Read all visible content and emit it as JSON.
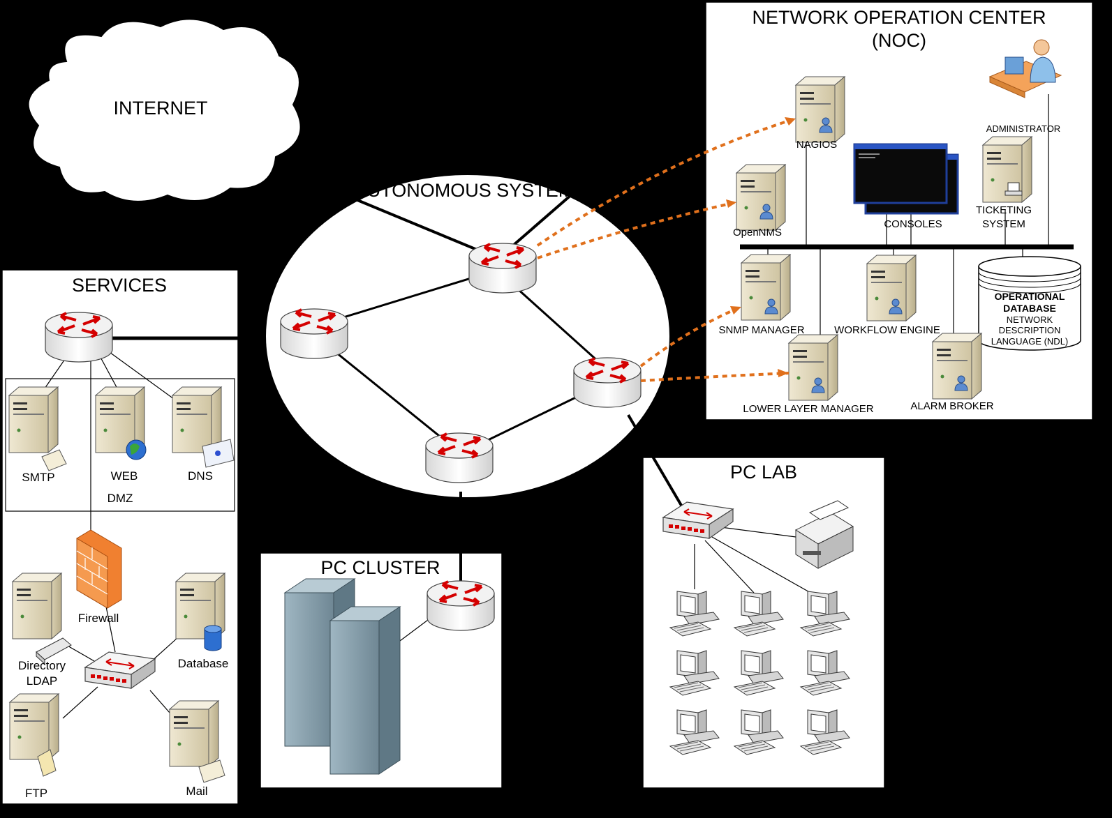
{
  "colors": {
    "background": "#000000",
    "panel": "#ffffff",
    "monitor_link": "#e0701c",
    "router_arrow": "#d40000"
  },
  "internet": {
    "label": "INTERNET"
  },
  "autonomous_system": {
    "label": "AUTONOMOUS SYSTEM"
  },
  "noc": {
    "title_line1": "NETWORK OPERATION CENTER",
    "title_line2": "(NOC)",
    "nagios": "NAGIOS",
    "administrator": "ADMINISTRATOR",
    "opennms": "OpenNMS",
    "consoles": "CONSOLES",
    "ticketing_line1": "TICKETING",
    "ticketing_line2": "SYSTEM",
    "snmp_manager": "SNMP MANAGER",
    "workflow_engine": "WORKFLOW ENGINE",
    "lower_layer_manager": "LOWER LAYER MANAGER",
    "alarm_broker": "ALARM BROKER",
    "db_line1": "OPERATIONAL",
    "db_line2": "DATABASE",
    "db_line3": "NETWORK",
    "db_line4": "DESCRIPTION",
    "db_line5": "LANGUAGE (NDL)"
  },
  "services": {
    "title": "SERVICES",
    "smtp": "SMTP",
    "web": "WEB",
    "dns": "DNS",
    "dmz": "DMZ",
    "firewall": "Firewall",
    "directory_line1": "Directory",
    "directory_line2": "LDAP",
    "database": "Database",
    "ftp": "FTP",
    "mail": "Mail"
  },
  "pc_cluster": {
    "title": "PC CLUSTER"
  },
  "pc_lab": {
    "title": "PC LAB"
  }
}
